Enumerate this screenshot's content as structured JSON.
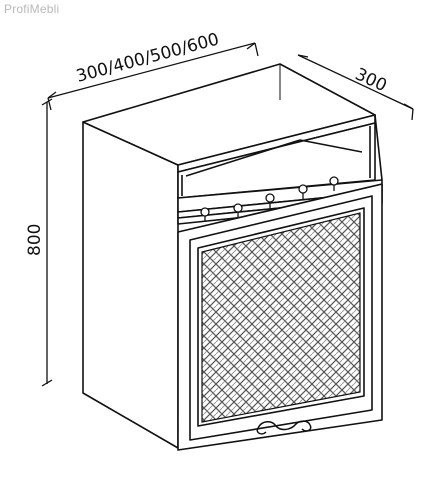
{
  "watermark": "ProfiMebli",
  "dimensions": {
    "width_label": "300/400/500/600",
    "depth_label": "300",
    "height_label": "800"
  },
  "colors": {
    "line": "#111111",
    "watermark": "#b9b9b9",
    "background": "#ffffff"
  },
  "icons": [
    "cabinet-drawing",
    "lattice-glass-panel",
    "decorative-handle"
  ]
}
